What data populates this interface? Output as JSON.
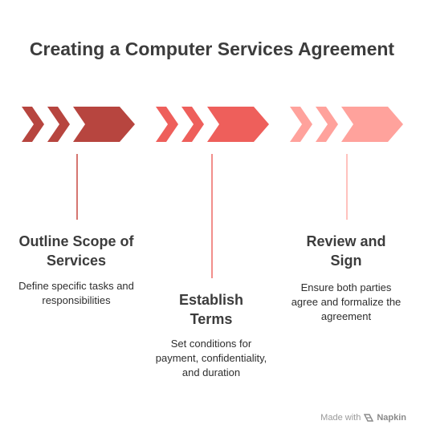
{
  "title": "Creating a Computer Services Agreement",
  "colors": {
    "step1": "#b7453f",
    "step2": "#ee5f5b",
    "step3": "#ffa29c",
    "line1": "#d57671",
    "line2": "#f28f8b",
    "line3": "#ffc2be"
  },
  "steps": [
    {
      "title": "Outline Scope of Services",
      "description": "Define specific tasks and responsibilities"
    },
    {
      "title": "Establish Terms",
      "description": "Set conditions for payment, confidentiality, and duration"
    },
    {
      "title": "Review and Sign",
      "description": "Ensure both parties agree and formalize the agreement"
    }
  ],
  "footer": {
    "made_with": "Made with",
    "brand": "Napkin",
    "brand_icon": "napkin-logo-icon"
  }
}
